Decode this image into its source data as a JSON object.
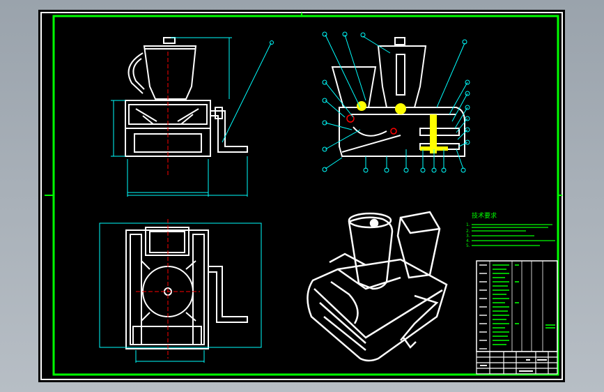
{
  "drawing": {
    "technical_requirements": {
      "title": "技术要求",
      "lines": [
        "1.",
        "2.",
        "3.",
        "4.",
        "5."
      ]
    },
    "title_block": {
      "name": "",
      "drawing_no": ""
    }
  },
  "colors": {
    "background": "#000000",
    "frame": "#00ff00",
    "outline": "#ffffff",
    "dimension": "#00ffff",
    "centerline": "#ff0000",
    "accent": "#ffff00"
  }
}
